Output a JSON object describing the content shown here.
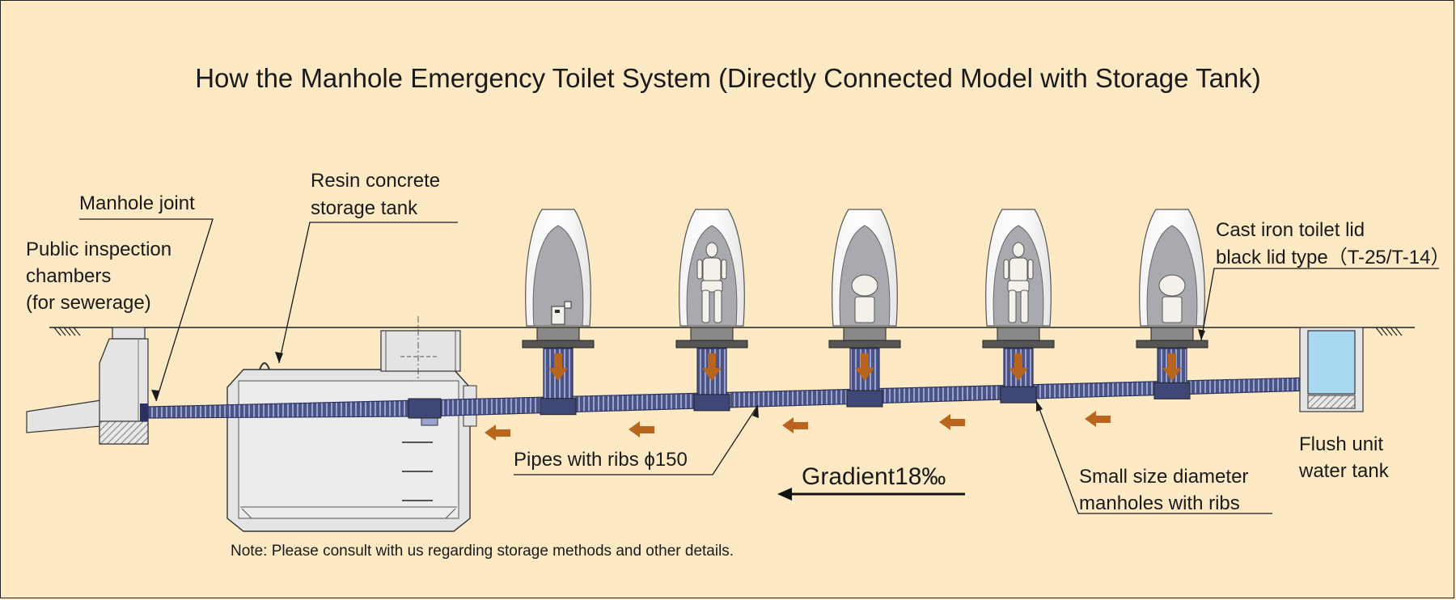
{
  "title": "How the Manhole Emergency Toilet System (Directly Connected Model with Storage Tank)",
  "labels": {
    "manhole_joint": "Manhole joint",
    "storage_tank_1": "Resin concrete",
    "storage_tank_2": "storage tank",
    "inspection_1": "Public inspection",
    "inspection_2": "chambers",
    "inspection_3": "(for sewerage)",
    "lid_1": "Cast iron toilet lid",
    "lid_2": "black lid type（T-25/T-14）",
    "pipes": "Pipes with ribs ϕ150",
    "gradient": "Gradient18‰",
    "small_manhole_1": "Small size diameter",
    "small_manhole_2": "manholes with ribs",
    "flush_1": "Flush unit",
    "flush_2": "water tank"
  },
  "note": "Note: Please consult with us regarding storage methods and other details.",
  "colors": {
    "background": "#fde9c3",
    "pipe": "#3e4775",
    "flow_arrow": "#b8651e",
    "water": "#a9d8f1",
    "concrete": "#e4e4e4",
    "tent_interior": "#a9aab0"
  },
  "toilet_stations": [
    {
      "occupant": "control-box"
    },
    {
      "occupant": "mannequin"
    },
    {
      "occupant": "toilet-seat"
    },
    {
      "occupant": "mannequin"
    },
    {
      "occupant": "toilet-seat"
    }
  ]
}
